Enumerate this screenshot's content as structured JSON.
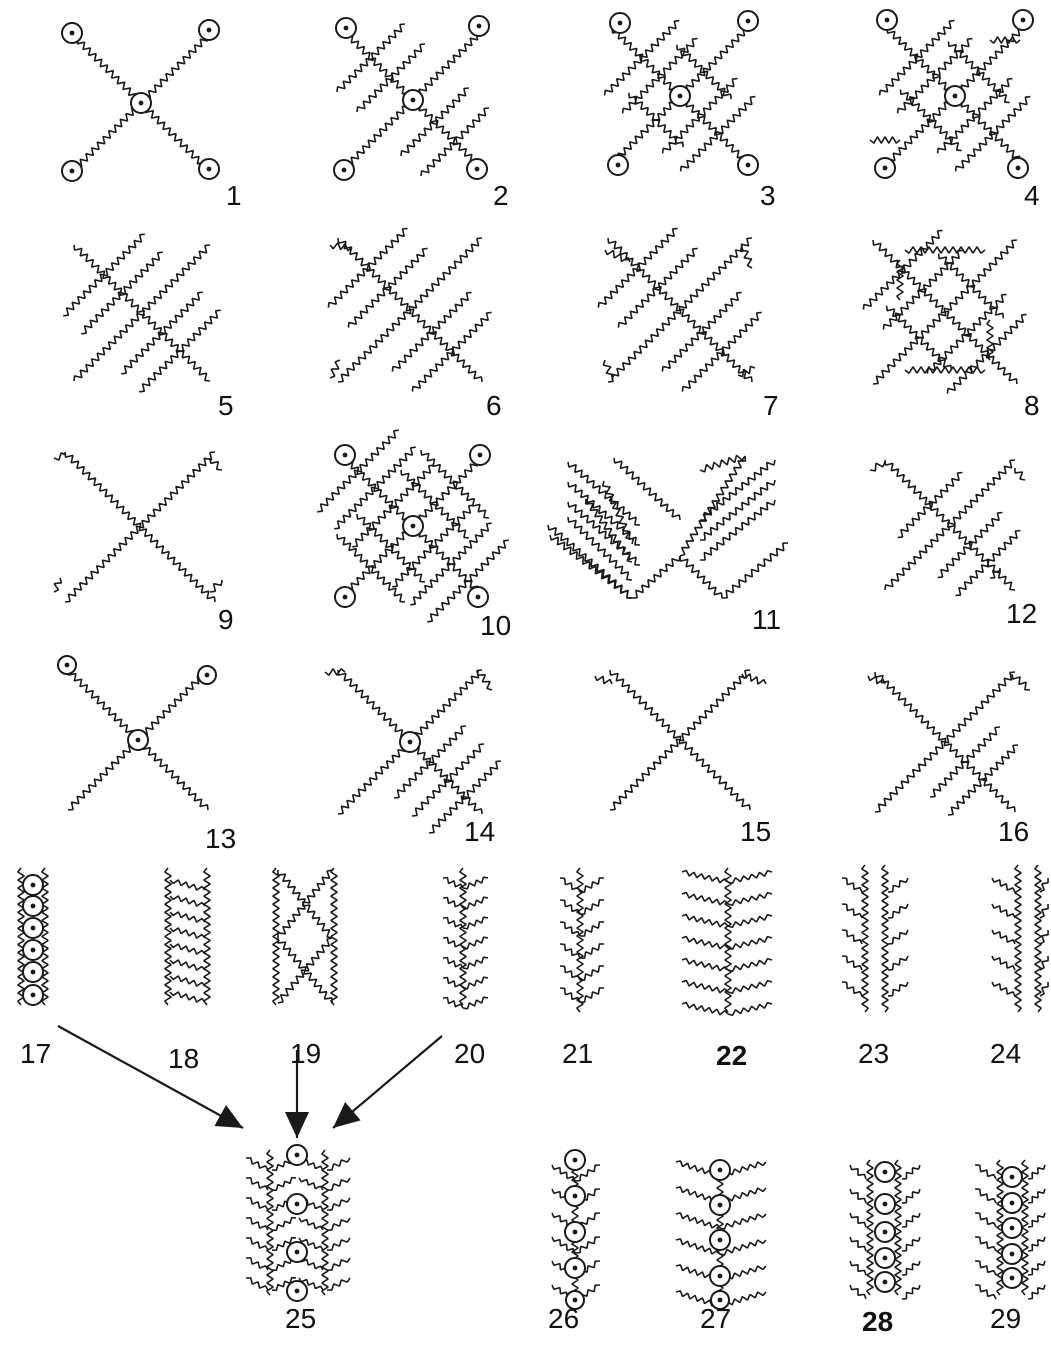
{
  "colors": {
    "ink": "#1a1a1a",
    "background": "#ffffff"
  },
  "figures": [
    {
      "id": "fig-1",
      "label": "1",
      "bold": false,
      "circles": true
    },
    {
      "id": "fig-2",
      "label": "2",
      "bold": false,
      "circles": true
    },
    {
      "id": "fig-3",
      "label": "3",
      "bold": false,
      "circles": true
    },
    {
      "id": "fig-4",
      "label": "4",
      "bold": false,
      "circles": true
    },
    {
      "id": "fig-5",
      "label": "5",
      "bold": false,
      "circles": false
    },
    {
      "id": "fig-6",
      "label": "6",
      "bold": false,
      "circles": false
    },
    {
      "id": "fig-7",
      "label": "7",
      "bold": false,
      "circles": false
    },
    {
      "id": "fig-8",
      "label": "8",
      "bold": false,
      "circles": false
    },
    {
      "id": "fig-9",
      "label": "9",
      "bold": false,
      "circles": false
    },
    {
      "id": "fig-10",
      "label": "10",
      "bold": false,
      "circles": true
    },
    {
      "id": "fig-11",
      "label": "11",
      "bold": false,
      "circles": false
    },
    {
      "id": "fig-12",
      "label": "12",
      "bold": false,
      "circles": false
    },
    {
      "id": "fig-13",
      "label": "13",
      "bold": false,
      "circles": true
    },
    {
      "id": "fig-14",
      "label": "14",
      "bold": false,
      "circles": true
    },
    {
      "id": "fig-15",
      "label": "15",
      "bold": false,
      "circles": false
    },
    {
      "id": "fig-16",
      "label": "16",
      "bold": false,
      "circles": false
    },
    {
      "id": "fig-17",
      "label": "17",
      "bold": false,
      "circles": true
    },
    {
      "id": "fig-18",
      "label": "18",
      "bold": false,
      "circles": false
    },
    {
      "id": "fig-19",
      "label": "19",
      "bold": false,
      "circles": false
    },
    {
      "id": "fig-20",
      "label": "20",
      "bold": false,
      "circles": false
    },
    {
      "id": "fig-21",
      "label": "21",
      "bold": false,
      "circles": false
    },
    {
      "id": "fig-22",
      "label": "22",
      "bold": true,
      "circles": false
    },
    {
      "id": "fig-23",
      "label": "23",
      "bold": false,
      "circles": false
    },
    {
      "id": "fig-24",
      "label": "24",
      "bold": false,
      "circles": false
    },
    {
      "id": "fig-25",
      "label": "25",
      "bold": false,
      "circles": true
    },
    {
      "id": "fig-26",
      "label": "26",
      "bold": false,
      "circles": true
    },
    {
      "id": "fig-27",
      "label": "27",
      "bold": false,
      "circles": true
    },
    {
      "id": "fig-28",
      "label": "28",
      "bold": true,
      "circles": true
    },
    {
      "id": "fig-29",
      "label": "29",
      "bold": false,
      "circles": true
    }
  ],
  "arrows": [
    {
      "from": "fig-17",
      "to": "fig-25"
    },
    {
      "from": "fig-19",
      "to": "fig-25"
    },
    {
      "from": "fig-20",
      "to": "fig-25"
    }
  ]
}
